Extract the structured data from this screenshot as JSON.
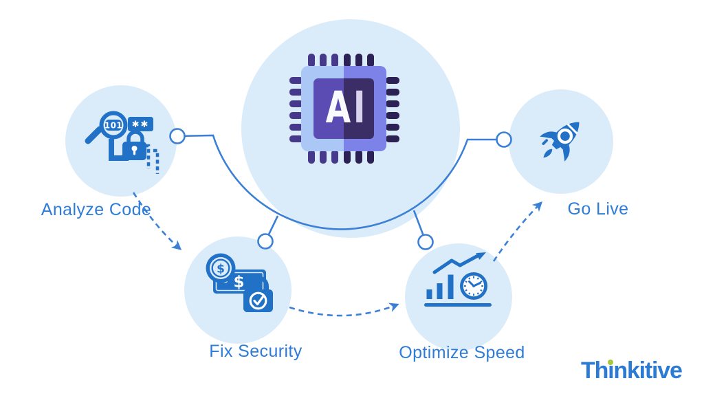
{
  "page": {
    "type": "ai-development-process-infographic",
    "background": "#ffffff"
  },
  "steps": [
    {
      "label": "Analyze Code",
      "icon": "code-analysis-magnifier-icon"
    },
    {
      "label": "Fix Security",
      "icon": "secure-payment-lock-icon"
    },
    {
      "label": "Optimize Speed",
      "icon": "performance-chart-clock-icon"
    },
    {
      "label": "Go Live",
      "icon": "rocket-icon"
    }
  ],
  "center_chip": {
    "letter_a": "A",
    "letter_i": "I"
  },
  "icon_text": {
    "analyze_lens": "101",
    "analyze_asterisks": "✱✱",
    "fix_coin_symbol": "$",
    "fix_note_symbol": "$"
  },
  "logo": {
    "full": "Thinkitive",
    "part1": "Th",
    "part2_dotless_i": "ı",
    "part3": "nkitive"
  },
  "colors": {
    "icon_blue": "#2171c6",
    "connector_blue": "#3c80d6",
    "label_blue": "#2e7cd8",
    "logo_blue": "#2b7ad3",
    "logo_green": "#a5c93c",
    "circle_bg": "#daebfa",
    "chip_body_left": "#abc7f6",
    "chip_body_right": "#7d82e8",
    "chip_pin_left": "#46398b",
    "chip_pin_right": "#2b2155",
    "chip_core_left": "#5a4cb2",
    "chip_core_right": "#3b2d66"
  }
}
